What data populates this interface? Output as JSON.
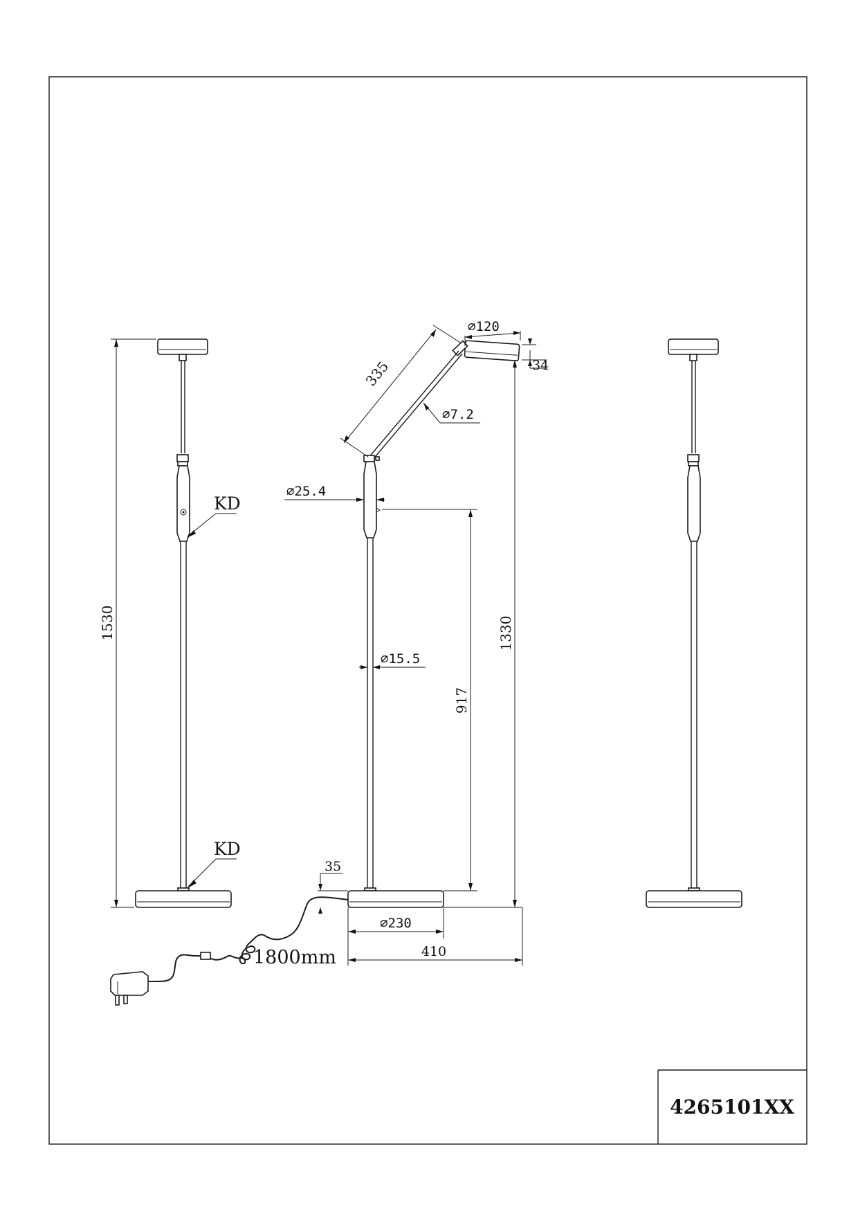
{
  "drawing": {
    "part_number": "4265101XX",
    "callouts": {
      "kd_upper": "KD",
      "kd_lower": "KD"
    },
    "dimensions": {
      "overall_height": "1530",
      "height_to_head": "1330",
      "switch_height": "917",
      "arm_length": "335",
      "head_diameter": "⌀120",
      "head_thickness": "34",
      "arm_diameter": "⌀7.2",
      "switch_tube_diameter": "⌀25.4",
      "pole_diameter": "⌀15.5",
      "base_height": "35",
      "base_diameter": "⌀230",
      "overall_reach": "410",
      "cable_length": "1800mm"
    }
  }
}
